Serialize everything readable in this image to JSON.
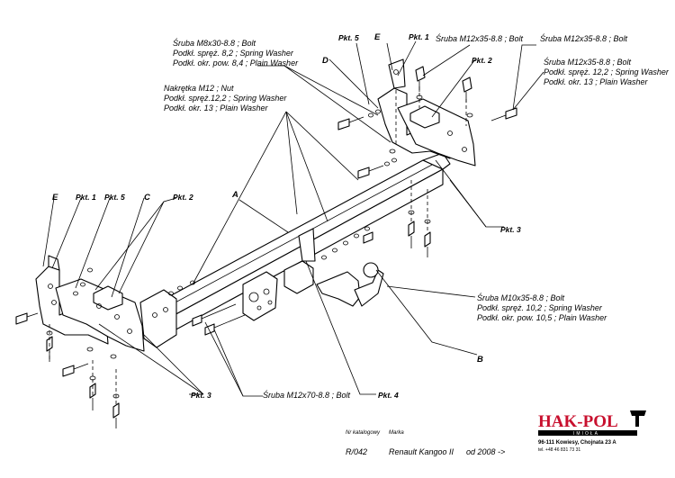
{
  "parts": {
    "A": "A",
    "B": "B",
    "C": "C",
    "D": "D",
    "E": "E"
  },
  "points": {
    "pkt1": "Pkt. 1",
    "pkt2": "Pkt. 2",
    "pkt3": "Pkt. 3",
    "pkt4": "Pkt. 4",
    "pkt5": "Pkt. 5"
  },
  "callouts": {
    "m8": [
      "Śruba M8x30-8.8 ;  Bolt",
      "Podkł. spręż. 8,2 ;  Spring Washer",
      "Podkł. okr. pow. 8,4 ;  Plain Washer"
    ],
    "m12_nut": [
      "Nakrętka  M12 ;  Nut",
      "Podkł. spręż.12,2 ;  Spring Washer",
      "Podkł. okr. 13 ;  Plain Washer"
    ],
    "m12x35_top": [
      "Śruba M12x35-8.8 ;  Bolt"
    ],
    "m12x35_right_top": [
      "Śruba M12x35-8.8 ;  Bolt"
    ],
    "m12x35_right": [
      "Śruba M12x35-8.8 ;  Bolt",
      "Podkł. spręż. 12,2 ;  Spring Washer",
      "Podkł. okr. 13 ;  Plain Washer"
    ],
    "m10": [
      "Śruba M10x35-8.8 ;  Bolt",
      "Podkł. spręż. 10,2 ;  Spring Washer",
      "Podkł. okr. pow. 10,5 ;  Plain Washer"
    ],
    "m12x70": [
      "Śruba M12x70-8.8 ;  Bolt"
    ]
  },
  "footer": {
    "catalog_label": "Nr katalogowy",
    "brand_label": "Marka",
    "catalog_no": "R/042",
    "model": "Renault Kangoo II",
    "since": "od  2008 ->"
  },
  "logo": {
    "name": "HAK-POL",
    "subtitle": "IMIOŁA",
    "address": "96-111 Kowiesy, Chojnata 23 A",
    "phone": "tel. +48 46 831 73 31"
  },
  "colors": {
    "logo_red": "#c8102e",
    "ink": "#000000"
  }
}
